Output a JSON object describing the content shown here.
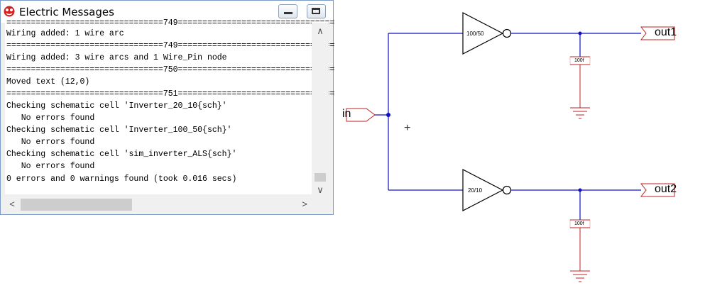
{
  "window": {
    "title": "Electric Messages",
    "icon": "electric-app-icon",
    "min_icon": "minimize-icon",
    "max_icon": "maximize-icon"
  },
  "messages": [
    "================================749================================",
    "Wiring added: 1 wire arc",
    "================================749================================",
    "Wiring added: 3 wire arcs and 1 Wire_Pin node",
    "================================750================================",
    "Moved text (12,0)",
    "================================751================================",
    "Checking schematic cell 'Inverter_20_10{sch}'",
    "   No errors found",
    "Checking schematic cell 'Inverter_100_50{sch}'",
    "   No errors found",
    "Checking schematic cell 'sim_inverter_ALS{sch}'",
    "   No errors found",
    "0 errors and 0 warnings found (took 0.016 secs)"
  ],
  "schematic": {
    "input_pin": "in",
    "output_pin_1": "out1",
    "output_pin_2": "out2",
    "inverter_top": "100/50",
    "inverter_bottom": "20/10",
    "cap_top": "100f",
    "cap_bottom": "100f",
    "crosshair": "+",
    "colors": {
      "wire": "#1010c0",
      "component": "#c02020",
      "gate": "#000000"
    }
  }
}
